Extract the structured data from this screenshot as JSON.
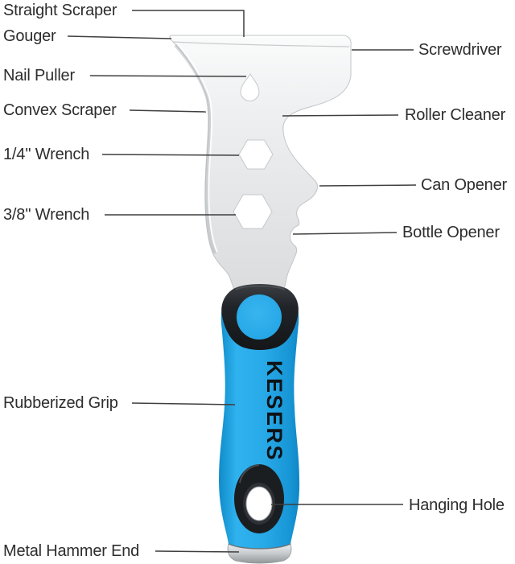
{
  "page": {
    "background": "#ffffff"
  },
  "product": {
    "brand_text": "KESERS",
    "colors": {
      "handle_blue": "#23A8E6",
      "accent_black": "#1d2023",
      "blade_silver": "#e7e9ea",
      "metal_cap": "#c3c7ca",
      "label_text": "#2d2d2d",
      "leader_line": "#3f3f3f"
    }
  },
  "labels": {
    "straight_scraper": "Straight Scraper",
    "gouger": "Gouger",
    "nail_puller": "Nail Puller",
    "convex_scraper": "Convex Scraper",
    "quarter_wrench": "1/4'' Wrench",
    "three_eighth_wrench": "3/8'' Wrench",
    "rubberized_grip": "Rubberized Grip",
    "metal_hammer_end": "Metal Hammer End",
    "screwdriver": "Screwdriver",
    "roller_cleaner": "Roller Cleaner",
    "can_opener": "Can Opener",
    "bottle_opener": "Bottle Opener",
    "hanging_hole": "Hanging Hole"
  }
}
